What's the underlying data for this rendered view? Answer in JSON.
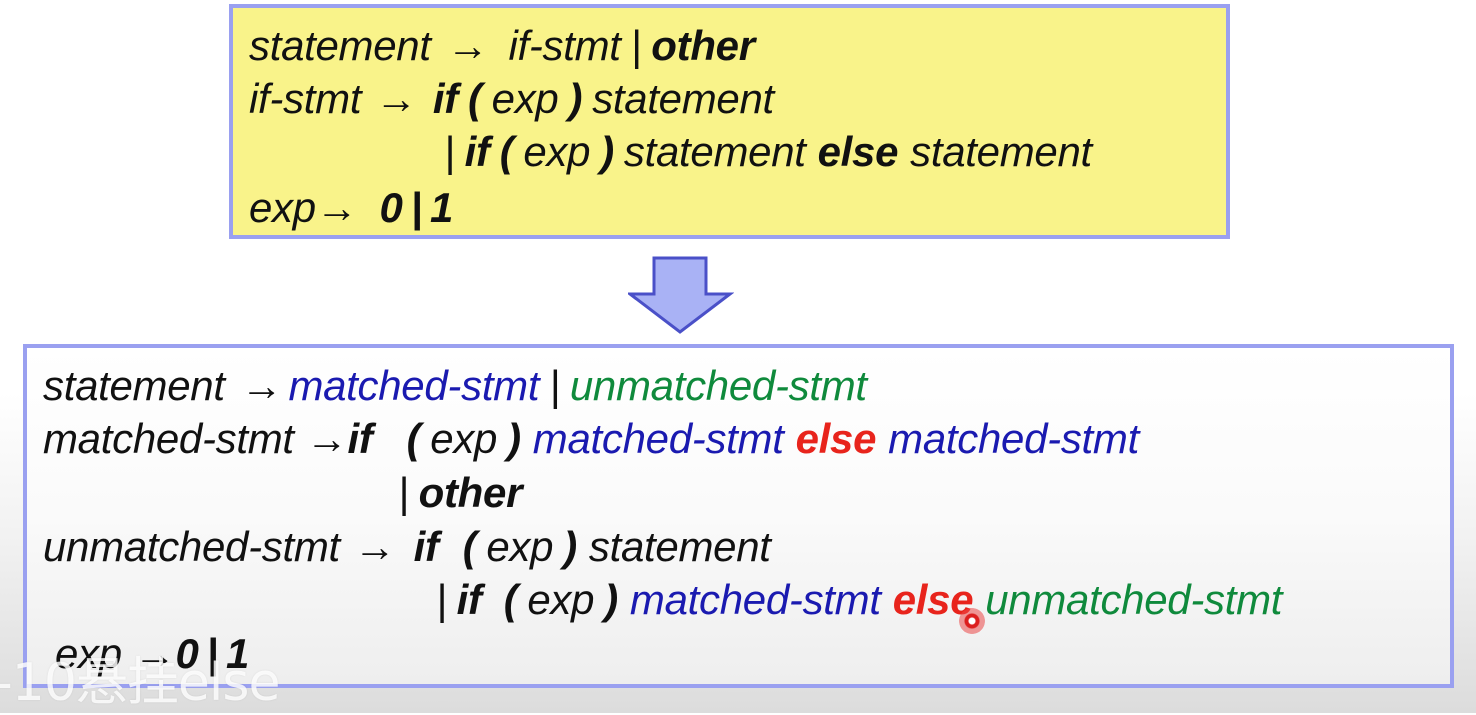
{
  "top_grammar": {
    "l1": {
      "lhs": "statement",
      "arrow": "→",
      "p1": "if-stmt",
      "bar": "|",
      "p2": "other"
    },
    "l2": {
      "lhs": "if-stmt",
      "arrow": "→",
      "kw_if": "if",
      "lp": "(",
      "exp": "exp",
      "rp": ")",
      "stmt": "statement"
    },
    "l3": {
      "bar": "|",
      "kw_if": "if",
      "lp": "(",
      "exp": "exp",
      "rp": ")",
      "stmt1": "statement",
      "kw_else": "else",
      "stmt2": "statement"
    },
    "l4": {
      "lhs": "exp",
      "arrow": "→",
      "v0": "0",
      "bar": "|",
      "v1": "1"
    }
  },
  "bottom_grammar": {
    "l1": {
      "lhs": "statement",
      "arrow": "→",
      "p1": "matched-stmt",
      "bar": "|",
      "p2": "unmatched-stmt"
    },
    "l2": {
      "lhs": "matched-stmt",
      "arrow": "→",
      "kw_if": "if",
      "lp": "(",
      "exp": "exp",
      "rp": ")",
      "m1": "matched-stmt",
      "kw_else": "else",
      "m2": "matched-stmt"
    },
    "l3": {
      "bar": "|",
      "other": "other"
    },
    "l4": {
      "lhs": "unmatched-stmt",
      "arrow": "→",
      "kw_if": "if",
      "lp": "(",
      "exp": "exp",
      "rp": ")",
      "stmt": "statement"
    },
    "l5": {
      "bar": "|",
      "kw_if": "if",
      "lp": "(",
      "exp": "exp",
      "rp": ")",
      "m": "matched-stmt",
      "kw_else": "else",
      "u": "unmatched-stmt"
    },
    "l6": {
      "lhs": "exp",
      "arrow": "→",
      "v0": "0",
      "bar": "|",
      "v1": "1"
    }
  },
  "watermark": "-10悬挂else",
  "colors": {
    "top_box_fill": "#f9f38a",
    "box_border": "#9aa0f0",
    "matched": "#1a1ab0",
    "unmatched": "#0f8a3c",
    "else_keyword": "#e8241c",
    "arrow_fill": "#a9b2f5",
    "arrow_stroke": "#4a50c8"
  },
  "icons": {
    "transform_arrow": "down-arrow-icon",
    "cursor": "cursor-indicator-icon"
  }
}
